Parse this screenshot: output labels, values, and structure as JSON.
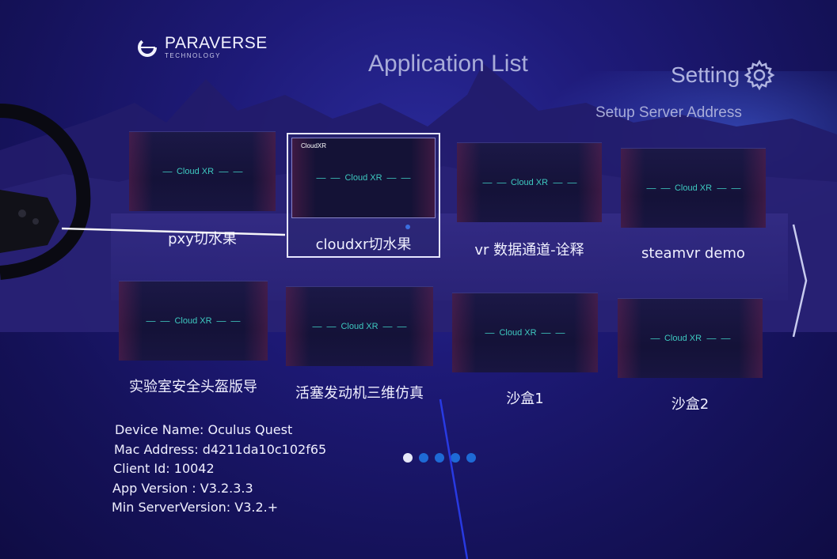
{
  "brand": {
    "name": "PARAVERSE",
    "subtitle": "TECHNOLOGY"
  },
  "header": {
    "title": "Application List",
    "setting_label": "Setting",
    "setup_link": "Setup Server Address"
  },
  "thumbnail_brand": "Cloud XR",
  "selected_badge": "CloudXR",
  "apps": [
    {
      "label": "pxy切水果"
    },
    {
      "label": "cloudxr切水果"
    },
    {
      "label": "vr 数据通道-诠释"
    },
    {
      "label": "steamvr demo"
    },
    {
      "label": "实验室安全头盔版导"
    },
    {
      "label": "活塞发动机三维仿真"
    },
    {
      "label": "沙盒1"
    },
    {
      "label": "沙盒2"
    }
  ],
  "device_info": {
    "device_name": "Device Name: Oculus Quest",
    "mac_address": "Mac Address: d4211da10c102f65",
    "client_id": "Client Id: 10042",
    "app_version": "App Version : V3.2.3.3",
    "min_server_version": "Min ServerVersion: V3.2.+"
  },
  "pagination": {
    "pages": 5,
    "current": 1
  },
  "colors": {
    "background": "#1e1a78",
    "accent_teal": "#3ec9c0",
    "dot_active": "#e6e8f8",
    "dot_inactive": "#1e6ad6"
  },
  "icons": {
    "gear": "gear-icon",
    "next": "chevron-right-icon",
    "logo": "paraverse-logo-icon"
  }
}
